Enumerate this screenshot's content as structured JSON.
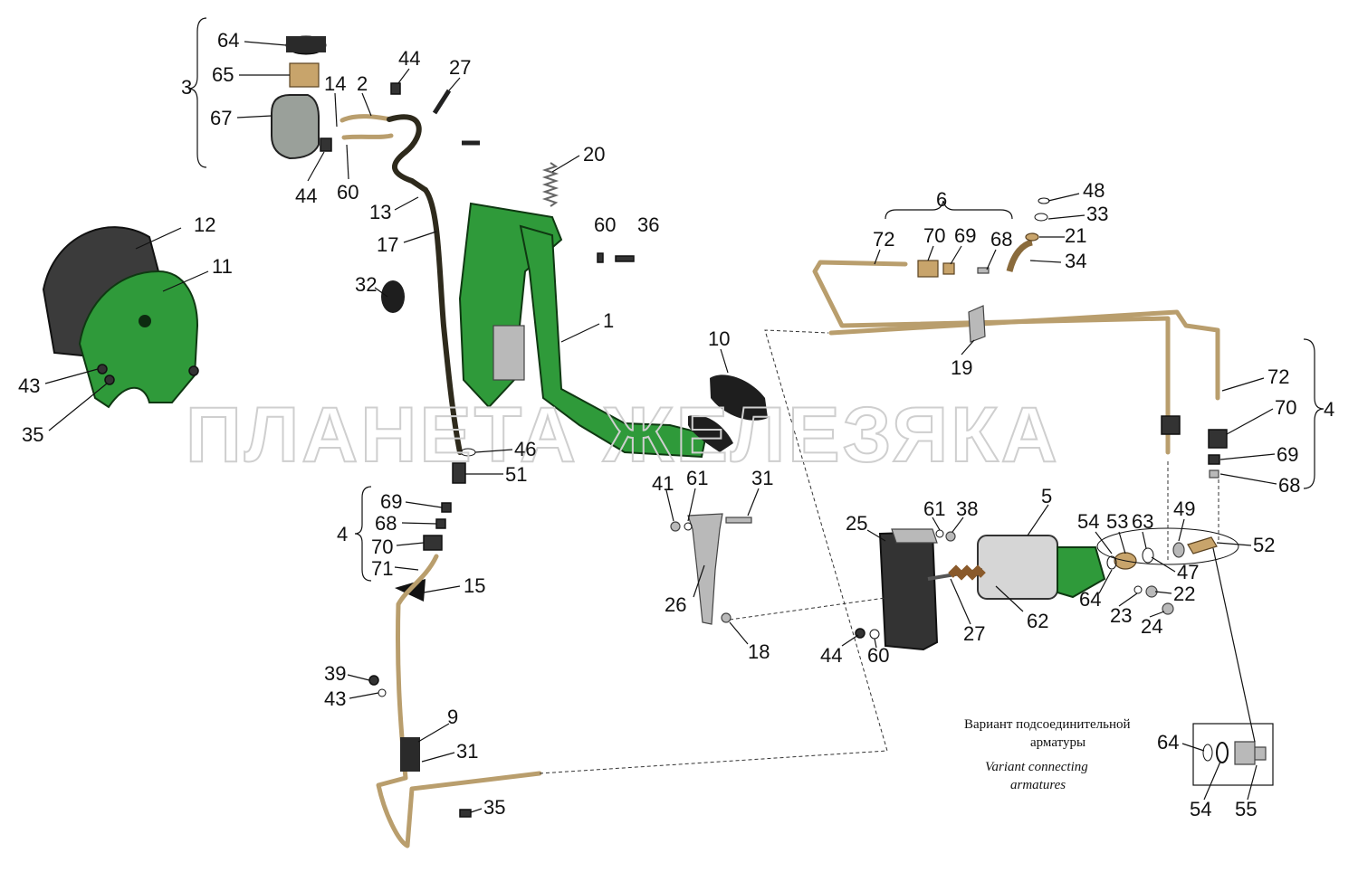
{
  "watermark": "ПЛАНЕТА ЖЕЛЕЗЯКА",
  "caption": {
    "ru_line1": "Вариант подсоединительной",
    "ru_line2": "арматуры",
    "en_line1": "Variant connecting",
    "en_line2": "armatures"
  },
  "callouts": {
    "c64a": "64",
    "c65": "65",
    "c67": "67",
    "c3": "3",
    "c14": "14",
    "c2": "2",
    "c44a": "44",
    "c27a": "27",
    "c44b": "44",
    "c60a": "60",
    "c20": "20",
    "c13": "13",
    "c17": "17",
    "c12": "12",
    "c11": "11",
    "c32": "32",
    "c60b": "60",
    "c36": "36",
    "c1": "1",
    "c6": "6",
    "c48": "48",
    "c33": "33",
    "c72a": "72",
    "c70a": "70",
    "c69a": "69",
    "c68a": "68",
    "c21": "21",
    "c34": "34",
    "c10": "10",
    "c19": "19",
    "c72b": "72",
    "c4a": "4",
    "c70b": "70",
    "c69b": "69",
    "c68b": "68",
    "c43a": "43",
    "c35a": "35",
    "c46": "46",
    "c51": "51",
    "c4b": "4",
    "c69c": "69",
    "c68c": "68",
    "c70c": "70",
    "c71": "71",
    "c15": "15",
    "c41": "41",
    "c61a": "61",
    "c31a": "31",
    "c26": "26",
    "c18": "18",
    "c25": "25",
    "c61b": "61",
    "c38": "38",
    "c5": "5",
    "c54a": "54",
    "c53": "53",
    "c63": "63",
    "c49": "49",
    "c52": "52",
    "c47": "47",
    "c64b": "64",
    "c22": "22",
    "c23": "23",
    "c24": "24",
    "c27b": "27",
    "c62": "62",
    "c44c": "44",
    "c60c": "60",
    "c39": "39",
    "c43b": "43",
    "c9": "9",
    "c31b": "31",
    "c35b": "35",
    "c64c": "64",
    "c54b": "54",
    "c55": "55"
  },
  "colors": {
    "part_green": "#2f9a3a",
    "tube_brass": "#b99e6d",
    "dark_rubber": "#333333"
  }
}
